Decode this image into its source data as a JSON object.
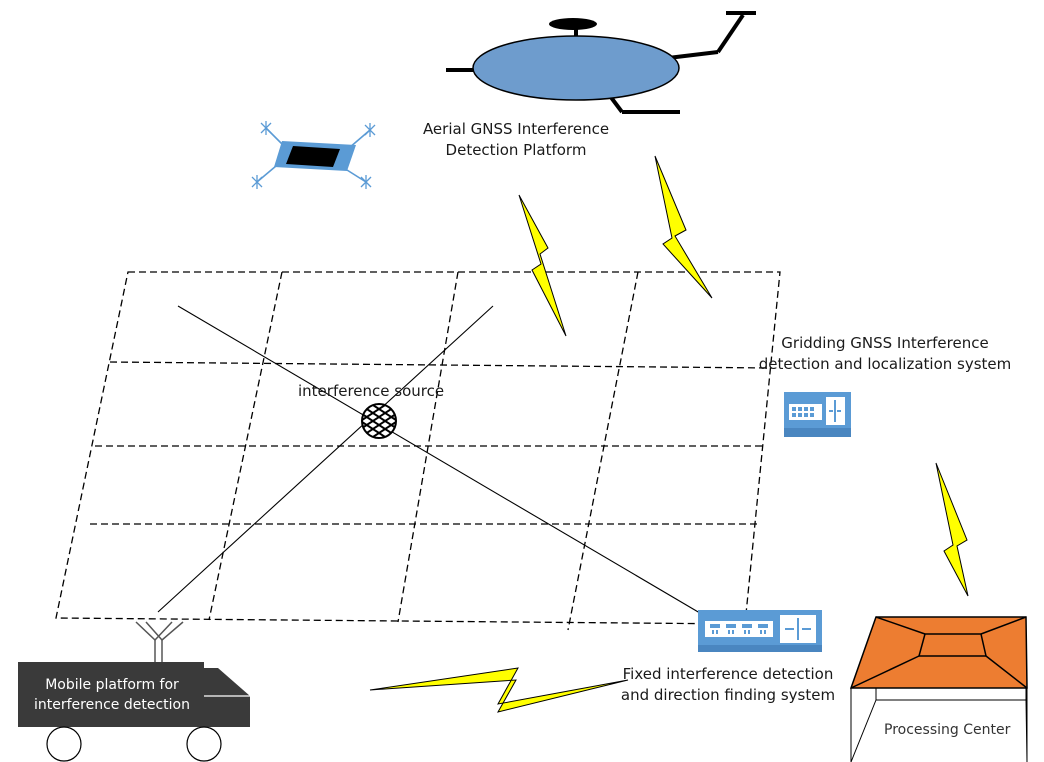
{
  "labels": {
    "aerial_platform": [
      "Aerial GNSS Interference",
      "Detection Platform"
    ],
    "gridding_system": [
      "Gridding GNSS Interference",
      "detection and localization system"
    ],
    "interference_source": "interference source",
    "mobile_platform": [
      "Mobile platform for",
      "interference detection"
    ],
    "fixed_system": [
      "Fixed interference detection",
      "and direction finding system"
    ],
    "processing_center": "Processing Center"
  },
  "colors": {
    "equipment_blue": "#5b9bd5",
    "balloon_blue": "#6e9ccd",
    "lightning_yellow": "#ffff00",
    "roof_orange": "#ed7d31",
    "vehicle_dark": "#3a3a3a",
    "line": "#000000"
  },
  "icons": [
    "airship-icon",
    "drone-icon",
    "lightning-icon",
    "network-switch-icon",
    "antenna-icon",
    "truck-icon",
    "building-icon",
    "interference-source-icon"
  ]
}
